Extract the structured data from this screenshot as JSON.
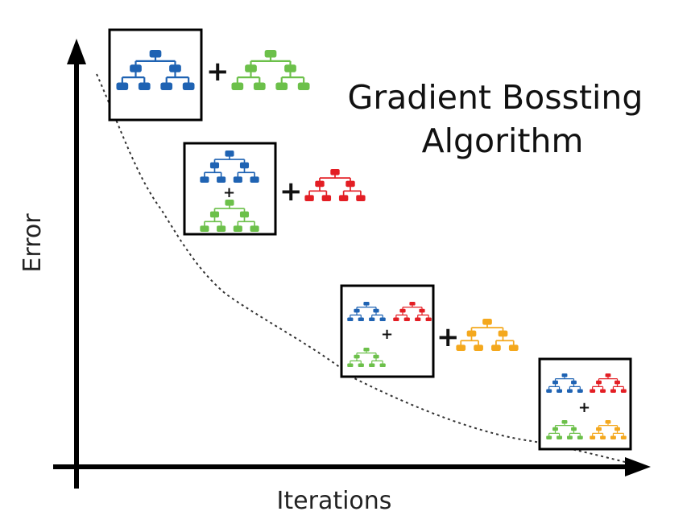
{
  "title": {
    "line1": "Gradient Bossting",
    "line2": "Algorithm"
  },
  "axes": {
    "x_label": "Iterations",
    "y_label": "Error"
  },
  "plus_symbol": "+",
  "tree_colors": {
    "blue": "#1f63b3",
    "green": "#6cc04a",
    "red": "#e31e24",
    "orange": "#f4a81d"
  },
  "curve": {
    "style": "dotted",
    "trend": "decreasing"
  },
  "stages": [
    {
      "ensemble": [
        "blue"
      ],
      "added": "green"
    },
    {
      "ensemble": [
        "blue",
        "green"
      ],
      "added": "red"
    },
    {
      "ensemble": [
        "blue",
        "red",
        "green"
      ],
      "added": "orange"
    },
    {
      "ensemble": [
        "blue",
        "red",
        "green",
        "orange"
      ],
      "added": null
    }
  ]
}
